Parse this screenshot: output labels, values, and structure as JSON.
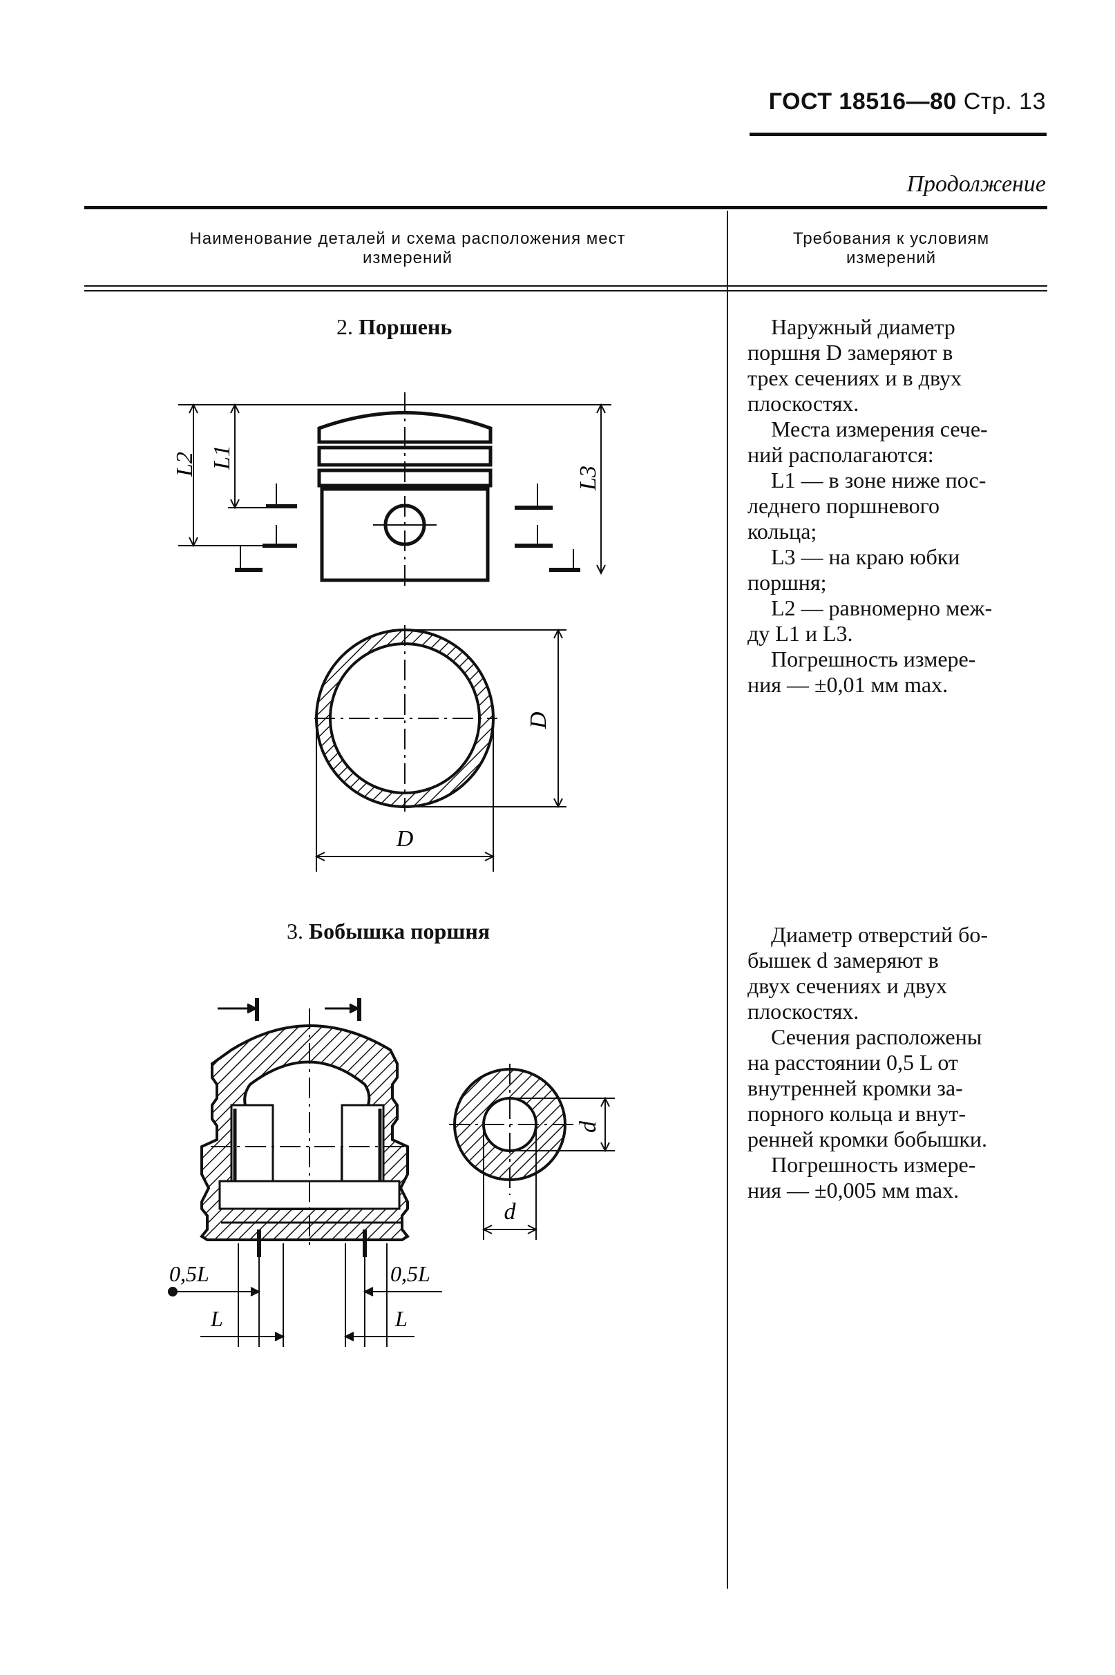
{
  "header": {
    "standard": "ГОСТ 18516—80",
    "page_label": "Стр. 13"
  },
  "continuation": "Продолжение",
  "table_header": {
    "col1_line1": "Наименование деталей и схема расположения мест",
    "col1_line2": "измерений",
    "col2_line1": "Требования к условиям",
    "col2_line2": "измерений"
  },
  "section2": {
    "number": "2.",
    "title": "Поршень",
    "labels": {
      "L1": "L1",
      "L2": "L2",
      "L3": "L3",
      "D_vertical": "D",
      "D_horizontal": "D"
    },
    "text_lines": [
      "Наружный диаметр",
      "поршня D замеряют в",
      "трех сечениях и в двух",
      "плоскостях.",
      "Места измерения сече-",
      "ний располагаются:",
      "L1 — в зоне ниже пос-",
      "леднего поршневого",
      "кольца;",
      "L3 — на краю юбки",
      "поршня;",
      "L2 — равномерно меж-",
      "ду L1 и L3.",
      "Погрешность измере-",
      "ния — ±0,01 мм max."
    ]
  },
  "section3": {
    "number": "3.",
    "title": "Бобышка поршня",
    "labels": {
      "half_L_left": "0,5L",
      "half_L_right": "0,5L",
      "L_left": "L",
      "L_right": "L",
      "d_vertical": "d",
      "d_horizontal": "d"
    },
    "text_lines": [
      "Диаметр отверстий бо-",
      "бышек d замеряют в",
      "двух сечениях и двух",
      "плоскостях.",
      "Сечения расположены",
      "на расстоянии 0,5 L от",
      "внутренней кромки за-",
      "порного кольца и внут-",
      "ренней кромки бобышки.",
      "Погрешность измере-",
      "ния — ±0,005 мм max."
    ]
  }
}
